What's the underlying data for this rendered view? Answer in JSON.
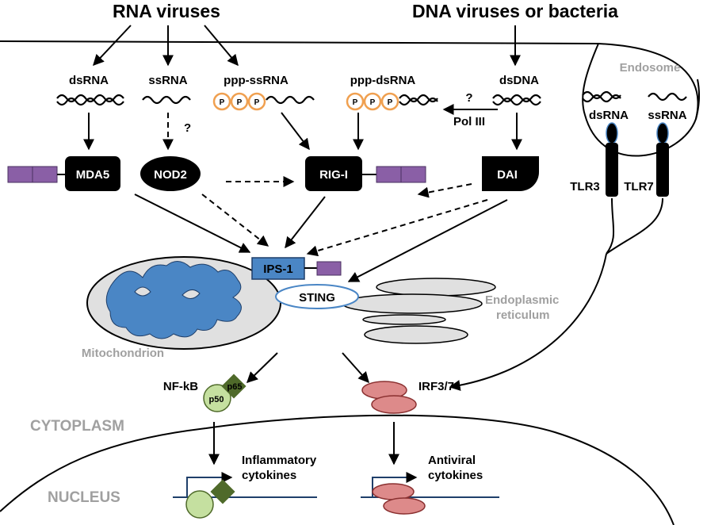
{
  "sources": {
    "rna_viruses": "RNA viruses",
    "dna_viruses": "DNA viruses or bacteria"
  },
  "ligands": {
    "dsrna": "dsRNA",
    "ssrna": "ssRNA",
    "ppp_ssrna": "ppp-ssRNA",
    "ppp_dsrna": "ppp-dsRNA",
    "dsdna": "dsDNA",
    "phosphate": "P"
  },
  "sensors": {
    "mda5": "MDA5",
    "nod2": "NOD2",
    "rigi": "RIG-I",
    "dai": "DAI"
  },
  "question_mark": "?",
  "pol3": "Pol III",
  "endosome": {
    "label": "Endosome",
    "dsrna": "dsRNA",
    "ssrna": "ssRNA",
    "tlr3": "TLR3",
    "tlr7": "TLR7"
  },
  "adaptors": {
    "ips1": "IPS-1",
    "sting": "STING"
  },
  "organelles": {
    "mitochondrion": "Mitochondrion",
    "er_line1": "Endoplasmic",
    "er_line2": "reticulum"
  },
  "transcription": {
    "nfkb": "NF-kB",
    "p50": "p50",
    "p65": "p65",
    "irf": "IRF3/7"
  },
  "compartments": {
    "cytoplasm": "CYTOPLASM",
    "nucleus": "NUCLEUS"
  },
  "outputs": {
    "inflammatory_line1": "Inflammatory",
    "inflammatory_line2": "cytokines",
    "antiviral_line1": "Antiviral",
    "antiviral_line2": "cytokines"
  },
  "colors": {
    "sensor_fill": "#000000",
    "card_domain": "#8a5fa6",
    "phosphate_ring": "#f0a050",
    "ips1_fill": "#4a86c5",
    "mito_fill": "#e0e0e0",
    "nfkb_p50": "#c5e0a0",
    "nfkb_p65": "#4f6a2a",
    "irf_fill": "#dd8a8a",
    "dna_line": "#1f3f6a"
  }
}
